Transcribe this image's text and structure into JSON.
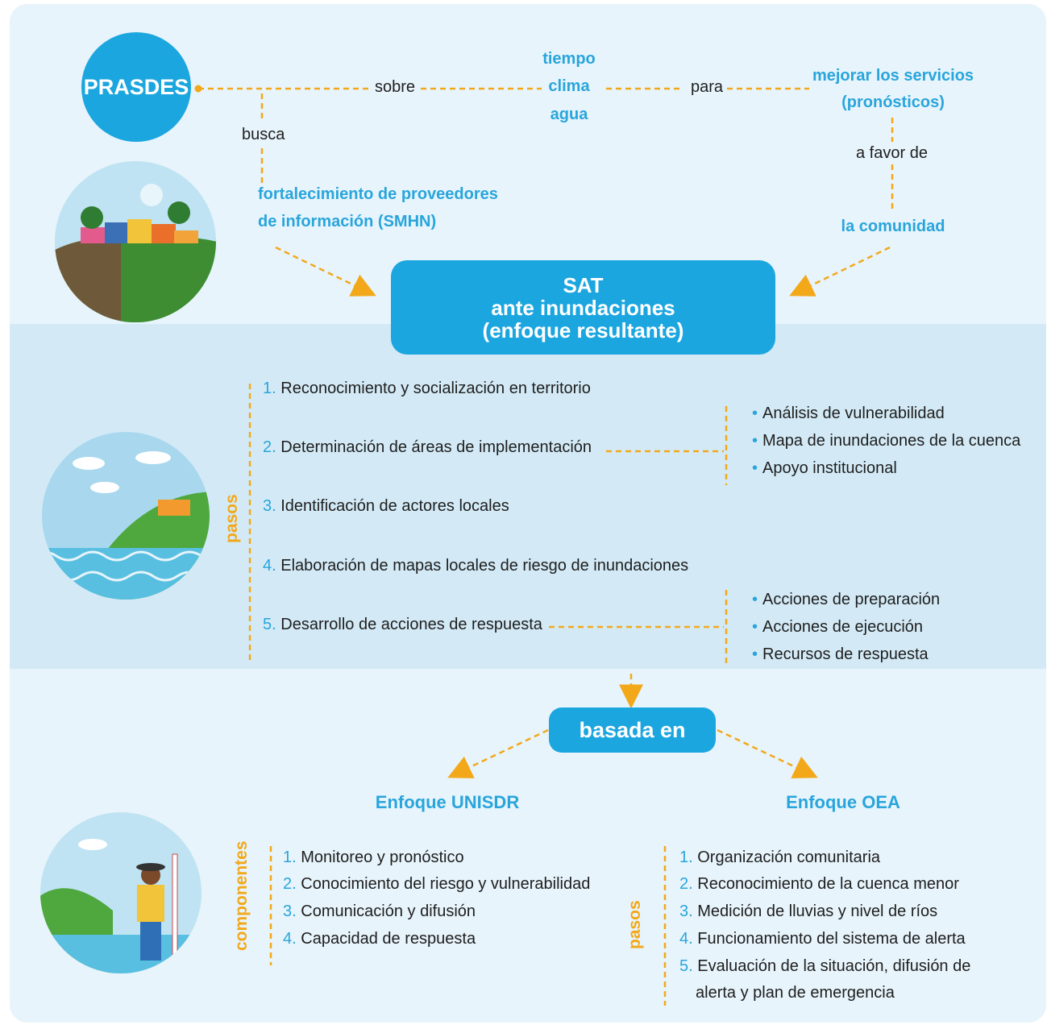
{
  "prasdes": "PRASDES",
  "sobre": "sobre",
  "busca": "busca",
  "para": "para",
  "a_favor_de": "a favor de",
  "topics": [
    "tiempo",
    "clima",
    "agua"
  ],
  "mejorar": [
    "mejorar los servicios",
    "(pronósticos)"
  ],
  "fortalecimiento": [
    "fortalecimiento de proveedores",
    "de información (SMHN)"
  ],
  "comunidad": "la comunidad",
  "sat": [
    "SAT",
    "ante inundaciones",
    "(enfoque resultante)"
  ],
  "pasos_label": "pasos",
  "steps": [
    {
      "num": "1.",
      "text": "Reconocimiento y socialización en territorio"
    },
    {
      "num": "2.",
      "text": "Determinación de áreas de implementación"
    },
    {
      "num": "3.",
      "text": "Identificación de actores locales"
    },
    {
      "num": "4.",
      "text": "Elaboración de mapas locales de riesgo de inundaciones"
    },
    {
      "num": "5.",
      "text": "Desarrollo de acciones de respuesta"
    }
  ],
  "step2_details": [
    "Análisis de vulnerabilidad",
    "Mapa de inundaciones de la cuenca",
    "Apoyo institucional"
  ],
  "step5_details": [
    "Acciones de preparación",
    "Acciones de ejecución",
    "Recursos de respuesta"
  ],
  "basada": "basada en",
  "unisdr": {
    "title": "Enfoque UNISDR",
    "label": "componentes",
    "items": [
      {
        "num": "1.",
        "text": "Monitoreo y pronóstico"
      },
      {
        "num": "2.",
        "text": "Conocimiento del riesgo y vulnerabilidad"
      },
      {
        "num": "3.",
        "text": "Comunicación y difusión"
      },
      {
        "num": "4.",
        "text": "Capacidad de respuesta"
      }
    ]
  },
  "oea": {
    "title": "Enfoque OEA",
    "label": "pasos",
    "items": [
      {
        "num": "1.",
        "text": "Organización comunitaria"
      },
      {
        "num": "2.",
        "text": "Reconocimiento de la cuenca menor"
      },
      {
        "num": "3.",
        "text": "Medición de lluvias y nivel de ríos"
      },
      {
        "num": "4.",
        "text": "Funcionamiento del sistema de alerta"
      },
      {
        "num": "5.",
        "text": "Evaluación de la situación, difusión de"
      },
      {
        "num": "",
        "text": "alerta y plan de emergencia"
      }
    ]
  },
  "colors": {
    "blue": "#1ca6df",
    "orange": "#f3a81a",
    "panel": "#e7f4fb",
    "band": "#d3eaf6"
  }
}
